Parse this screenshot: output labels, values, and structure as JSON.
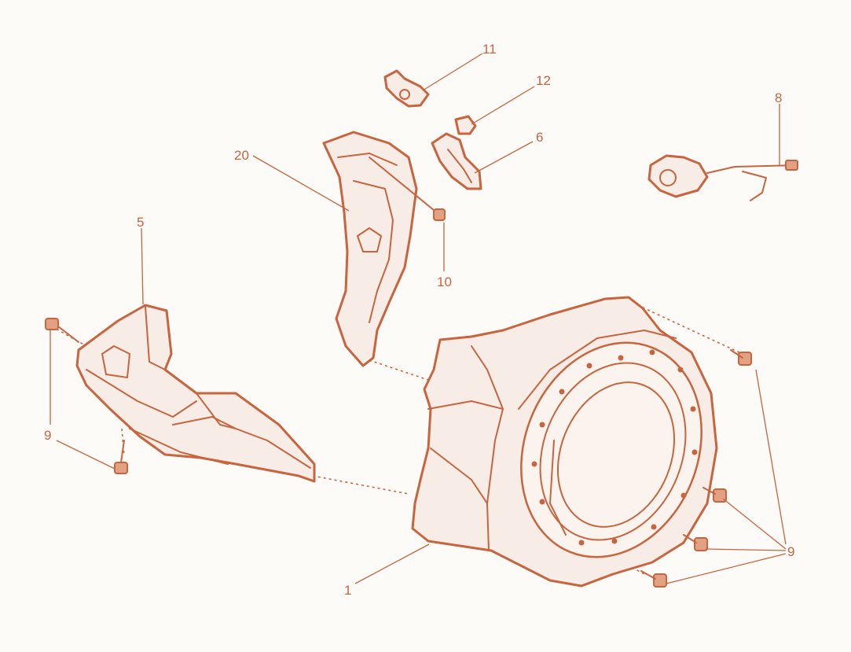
{
  "diagram": {
    "accent_color": "#c8643e",
    "background_color": "#fcfbf8",
    "callouts": {
      "c1": "1",
      "c5": "5",
      "c6": "6",
      "c8": "8",
      "c9a": "9",
      "c9b": "9",
      "c10": "10",
      "c11": "11",
      "c12": "12",
      "c20": "20"
    }
  }
}
